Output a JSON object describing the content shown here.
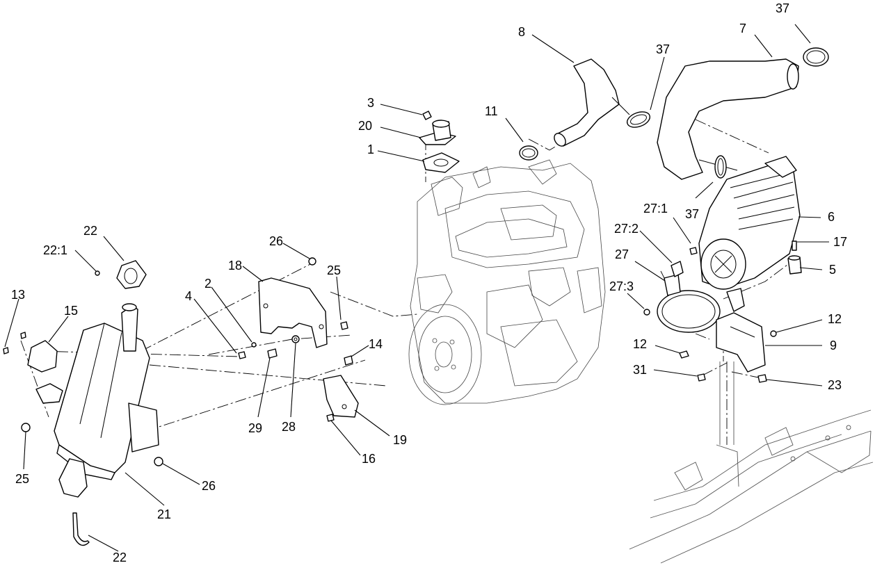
{
  "callouts": [
    {
      "key": "c37a",
      "text": "37"
    },
    {
      "key": "c8",
      "text": "8"
    },
    {
      "key": "c37b",
      "text": "37"
    },
    {
      "key": "c7",
      "text": "7"
    },
    {
      "key": "c3",
      "text": "3"
    },
    {
      "key": "c11",
      "text": "11"
    },
    {
      "key": "c20",
      "text": "20"
    },
    {
      "key": "c1",
      "text": "1"
    },
    {
      "key": "c37c",
      "text": "37"
    },
    {
      "key": "c6",
      "text": "6"
    },
    {
      "key": "c27_1",
      "text": "27:1"
    },
    {
      "key": "c17",
      "text": "17"
    },
    {
      "key": "c27_2",
      "text": "27:2"
    },
    {
      "key": "c5",
      "text": "5"
    },
    {
      "key": "c27",
      "text": "27"
    },
    {
      "key": "c27_3",
      "text": "27:3"
    },
    {
      "key": "c12a",
      "text": "12"
    },
    {
      "key": "c12b",
      "text": "12"
    },
    {
      "key": "c9",
      "text": "9"
    },
    {
      "key": "c31",
      "text": "31"
    },
    {
      "key": "c23",
      "text": "23"
    },
    {
      "key": "c22a",
      "text": "22"
    },
    {
      "key": "c22_1",
      "text": "22:1"
    },
    {
      "key": "c26a",
      "text": "26"
    },
    {
      "key": "c18",
      "text": "18"
    },
    {
      "key": "c25a",
      "text": "25"
    },
    {
      "key": "c2",
      "text": "2"
    },
    {
      "key": "c4",
      "text": "4"
    },
    {
      "key": "c13",
      "text": "13"
    },
    {
      "key": "c15",
      "text": "15"
    },
    {
      "key": "c14",
      "text": "14"
    },
    {
      "key": "c29",
      "text": "29"
    },
    {
      "key": "c28",
      "text": "28"
    },
    {
      "key": "c19",
      "text": "19"
    },
    {
      "key": "c16",
      "text": "16"
    },
    {
      "key": "c25b",
      "text": "25"
    },
    {
      "key": "c26b",
      "text": "26"
    },
    {
      "key": "c21",
      "text": "21"
    },
    {
      "key": "c22b",
      "text": "22"
    }
  ]
}
